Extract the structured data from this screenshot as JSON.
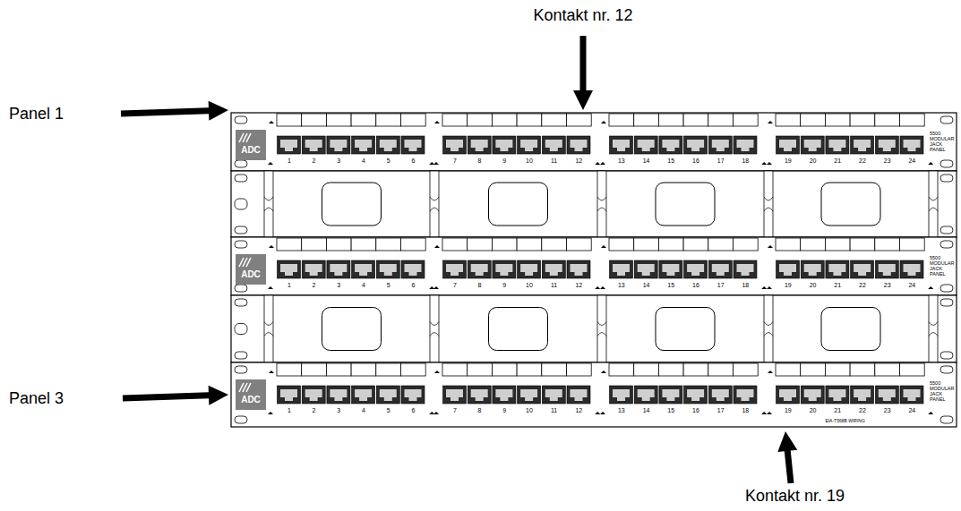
{
  "diagram": {
    "nodes": [
      {
        "text": [
          "1",
          "2",
          "3",
          "4",
          "5",
          "6",
          "7",
          "8",
          "9",
          "10",
          "11",
          "12",
          "13",
          "14",
          "15",
          "16",
          "17",
          "18",
          "19",
          "20",
          "21",
          "22",
          "23",
          "24",
          "5500 MODULAR JACK PANEL"
        ]
      },
      {
        "text": [
          "ADC"
        ],
        "in": 0
      },
      {
        "text": [
          "1",
          "2",
          "3",
          "4",
          "5",
          "6",
          "7",
          "8",
          "9",
          "10",
          "11",
          "12",
          "13",
          "14",
          "15",
          "16",
          "17",
          "18",
          "19",
          "20",
          "21",
          "22",
          "23",
          "24",
          "5500 MODULAR JACK PANEL"
        ]
      },
      {
        "text": [
          "ADC"
        ],
        "in": 2
      },
      {
        "text": [
          "1",
          "2",
          "3",
          "4",
          "5",
          "6",
          "7",
          "8",
          "9",
          "10",
          "11",
          "12",
          "13",
          "14",
          "15",
          "16",
          "17",
          "18",
          "19",
          "20",
          "21",
          "22",
          "23",
          "24",
          "5500 MODULAR JACK PANEL",
          "EIA-T568B WIRING"
        ]
      },
      {
        "text": [
          "ADC"
        ],
        "in": 4
      }
    ],
    "labels": [
      "Kontakt nr. 12",
      "Panel 1",
      "Panel 3",
      "Kontakt nr. 19"
    ]
  }
}
